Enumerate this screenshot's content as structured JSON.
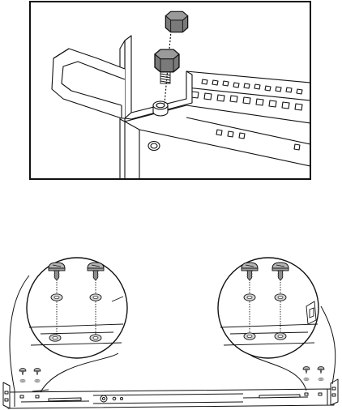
{
  "figures": [
    {
      "id": "top-panel",
      "subject": "rack-ear-bracket-with-hex-nuts"
    },
    {
      "id": "bottom-panel",
      "subject": "slide-rail-with-screw-and-washer-callouts"
    }
  ],
  "callouts": [
    {
      "side": "left",
      "screws": 2,
      "washers": 2
    },
    {
      "side": "right",
      "screws": 2,
      "washers": 2
    }
  ],
  "colors": {
    "line": "#111111",
    "fill": "#ffffff",
    "nut_fill": "#7a7a7a",
    "nut_top": "#9a9a9a",
    "screw_fill": "#b5b5b5",
    "washer_fill": "#d6d6d6"
  }
}
